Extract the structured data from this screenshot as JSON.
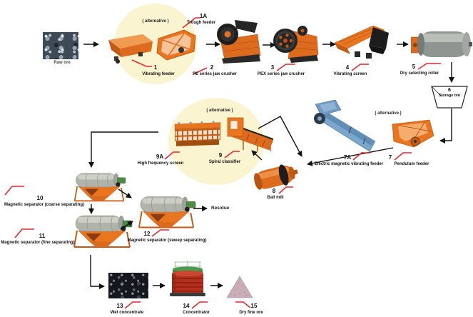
{
  "labels": {
    "raw_ore": "Raw ore",
    "alternative": "( alternative )",
    "residue": "Residue"
  },
  "stations": [
    {
      "num": "1",
      "label": "Vibrating feeder"
    },
    {
      "num": "1A",
      "label": "Trough feeder"
    },
    {
      "num": "2",
      "label": "PE series jaw crusher"
    },
    {
      "num": "3",
      "label": "PEX series jaw crusher"
    },
    {
      "num": "4",
      "label": "Vibrating screen"
    },
    {
      "num": "5",
      "label": "Dry selecting roller"
    },
    {
      "num": "6",
      "label": "Storage bin"
    },
    {
      "num": "7",
      "label": "Pendulum feeder"
    },
    {
      "num": "7A",
      "label": "Electric magnetic vibrating feeder"
    },
    {
      "num": "8",
      "label": "Ball mill"
    },
    {
      "num": "9",
      "label": "Spiral classifier"
    },
    {
      "num": "9A",
      "label": "High frequency screen"
    },
    {
      "num": "10",
      "label": "Magnetic separator (coarse separating)"
    },
    {
      "num": "11",
      "label": "Magnetic separator (fine separating)"
    },
    {
      "num": "12",
      "label": "Magnetic separator (sweep separating)"
    },
    {
      "num": "13",
      "label": "Wet concentrate"
    },
    {
      "num": "14",
      "label": "Concentrator"
    },
    {
      "num": "15",
      "label": "Dry fine ore"
    }
  ],
  "colors": {
    "machine_orange": "#DD6B1E",
    "callout_red": "#E8272E",
    "highlight_cream": "#FBF4D0",
    "feeder_blue": "#7BA7CE",
    "line_black": "#111111"
  }
}
